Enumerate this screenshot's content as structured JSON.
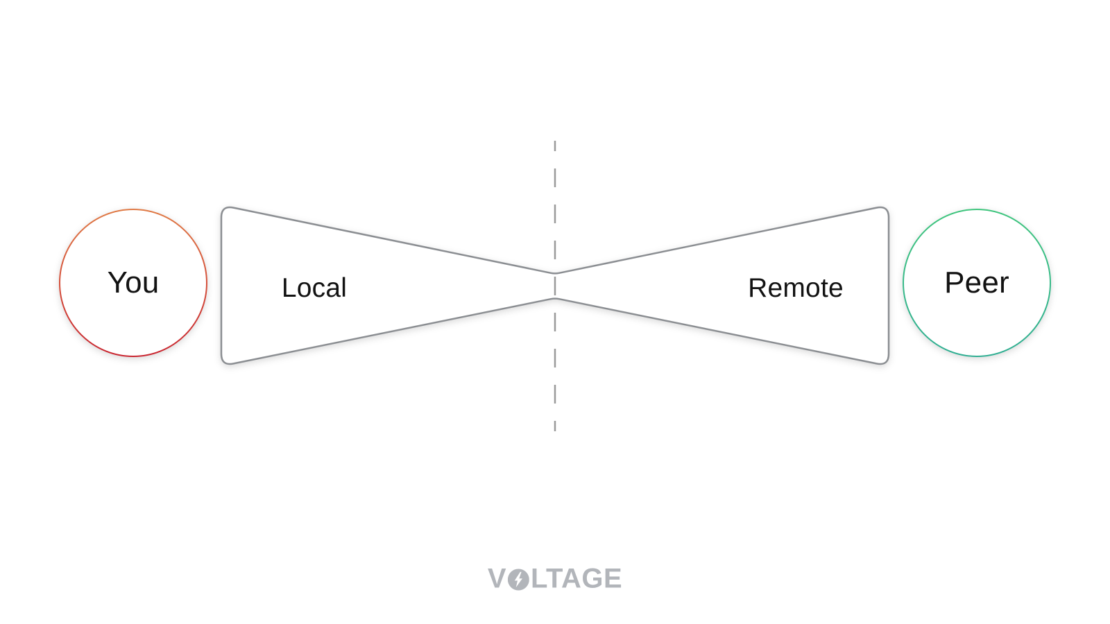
{
  "diagram": {
    "you_label": "You",
    "peer_label": "Peer",
    "local_label": "Local",
    "remote_label": "Remote",
    "divider_style": "dashed-vertical",
    "icons": [
      "voltage-o-bolt-icon"
    ]
  },
  "brand": {
    "logo_full": "VOLTAGE",
    "logo_prefix": "V",
    "logo_suffix": "LTAGE"
  },
  "colors": {
    "background": "#FFFFFF",
    "you_circle_top": "#E07A45",
    "you_circle_bottom": "#C9242F",
    "peer_circle_top": "#3EC57D",
    "peer_circle_bottom": "#2FAE92",
    "shape_outline": "#8B8E92",
    "dashed_line": "#9A9A9A",
    "label_text": "#121212",
    "logo_gray": "#B2B5BA"
  }
}
